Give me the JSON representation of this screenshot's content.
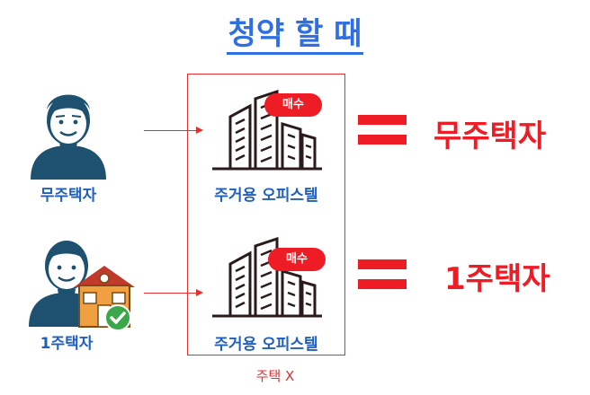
{
  "title": "청약 할 때",
  "rows": [
    {
      "person_label": "무주택자",
      "office_label": "주거용 오피스텔",
      "badge": "매수",
      "result": "무주택자"
    },
    {
      "person_label": "1주택자",
      "office_label": "주거용 오피스텔",
      "badge": "매수",
      "result": "1주택자"
    }
  ],
  "box_caption": "주택 X",
  "colors": {
    "title_blue": "#2f6fe0",
    "label_blue": "#1f5fbf",
    "accent_red": "#ee1c25",
    "person_dark": "#1e5070",
    "house_orange": "#f0a040",
    "check_green": "#3aa84a"
  },
  "icons": [
    "person-icon",
    "person-with-house-icon",
    "office-building-icon",
    "check-icon"
  ]
}
